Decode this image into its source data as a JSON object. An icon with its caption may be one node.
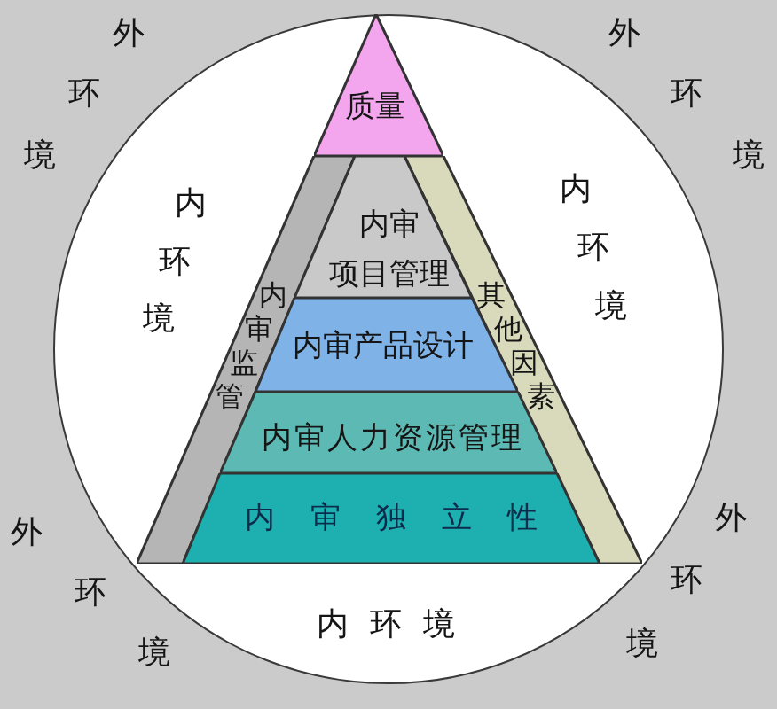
{
  "diagram": {
    "nodes": [
      {
        "text": [
          "内环境",
          "内环境",
          "内环境"
        ]
      },
      {
        "text": [
          "质量"
        ],
        "in": 0
      },
      {
        "text": [
          "内审监管"
        ],
        "in": 0
      },
      {
        "text": [
          "其他因素"
        ],
        "in": 0
      },
      {
        "text": [
          "内审项目管理"
        ],
        "in": 0
      },
      {
        "text": [
          "内审产品设计"
        ],
        "in": 0
      },
      {
        "text": [
          "内审人力资源管理"
        ],
        "in": 0
      },
      {
        "text": [
          "内审独立性"
        ],
        "in": 0
      }
    ],
    "labels": [
      "外环境",
      "外环境",
      "外环境",
      "外环境"
    ]
  }
}
